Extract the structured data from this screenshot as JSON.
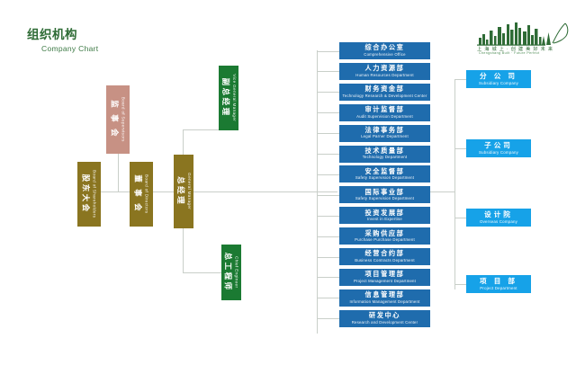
{
  "header": {
    "title_cn": "组织机构",
    "title_en": "Company Chart",
    "title_color": "#2e6b35"
  },
  "logo": {
    "name": "city-skyline-logo",
    "caption_cn": "上 海 城 上 · 创 建 美 好 未 来",
    "caption_en": "Chengshang Built · Future Perfect",
    "color": "#2e6b35"
  },
  "colors": {
    "rose": "#c79184",
    "gold": "#8a7520",
    "green": "#1b7a32",
    "blue_dept": "#1f6cad",
    "blue_sub": "#16a2e8",
    "connector": "#c9cfc9"
  },
  "governance": [
    {
      "key": "board-of-supervisors",
      "cn": "监 事 会",
      "en": "Board of Supervisors",
      "color": "#c79184"
    },
    {
      "key": "board-of-shareholders",
      "cn": "股东大会",
      "en": "Board of Shareholders",
      "color": "#8a7520"
    },
    {
      "key": "board-of-directors",
      "cn": "董 事 会",
      "en": "Board of Directors",
      "color": "#8a7520"
    },
    {
      "key": "general-manager",
      "cn": "总经理",
      "en": "General Manager",
      "color": "#8a7520"
    },
    {
      "key": "vice-general-manager",
      "cn": "副总经理",
      "en": "Vice General Manager",
      "color": "#1b7a32"
    },
    {
      "key": "chief-engineer",
      "cn": "总工程师",
      "en": "Chief Engineer",
      "color": "#1b7a32"
    }
  ],
  "departments": [
    {
      "cn": "综合办公室",
      "en": "Comprehensive Office"
    },
    {
      "cn": "人力资源部",
      "en": "Human Resources Department"
    },
    {
      "cn": "财务资金部",
      "en": "Technology Research & Development Center"
    },
    {
      "cn": "审计监督部",
      "en": "Audit Supervision Department"
    },
    {
      "cn": "法律事务部",
      "en": "Legal Parner Department"
    },
    {
      "cn": "技术质量部",
      "en": "Technology Department"
    },
    {
      "cn": "安全监督部",
      "en": "Safety Supervision Department"
    },
    {
      "cn": "国际事业部",
      "en": "Safety Supervision Department"
    },
    {
      "cn": "投资发展部",
      "en": "Invest in Expertise"
    },
    {
      "cn": "采购供应部",
      "en": "Purchase Purchase Department"
    },
    {
      "cn": "经营合约部",
      "en": "Business Contracts Department"
    },
    {
      "cn": "项目管理部",
      "en": "Project Management Department"
    },
    {
      "cn": "信息管理部",
      "en": "Information Management Department"
    },
    {
      "cn": "研发中心",
      "en": "Research and Development Center"
    }
  ],
  "subsidiaries": [
    {
      "cn": "分 公 司",
      "en": "Subsidiary Company"
    },
    {
      "cn": "子公司",
      "en": "Subsidiary Company"
    },
    {
      "cn": "设计院",
      "en": "Overseas Company"
    },
    {
      "cn": "项 目 部",
      "en": "Project Department"
    }
  ]
}
